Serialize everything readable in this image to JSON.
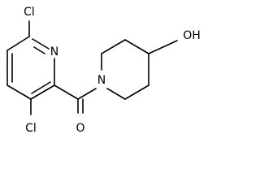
{
  "molecule": {
    "atoms": {
      "cl_top": "Cl",
      "n_pyridine": "N",
      "cl_bottom": "Cl",
      "o_carbonyl": "O",
      "n_piperidine": "N",
      "oh": "OH"
    }
  }
}
